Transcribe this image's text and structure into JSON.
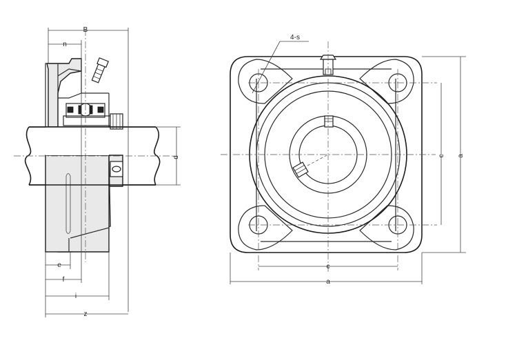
{
  "drawing": {
    "side_view": {
      "dims": {
        "B": "B",
        "n": "n",
        "e": "e",
        "f": "f",
        "i": "i",
        "z": "z",
        "d": "d"
      }
    },
    "front_view": {
      "dims": {
        "bolt_holes": "4-s",
        "c_horizontal": "c",
        "c_vertical": "c",
        "a_horizontal": "a",
        "a_vertical": "a"
      }
    }
  }
}
